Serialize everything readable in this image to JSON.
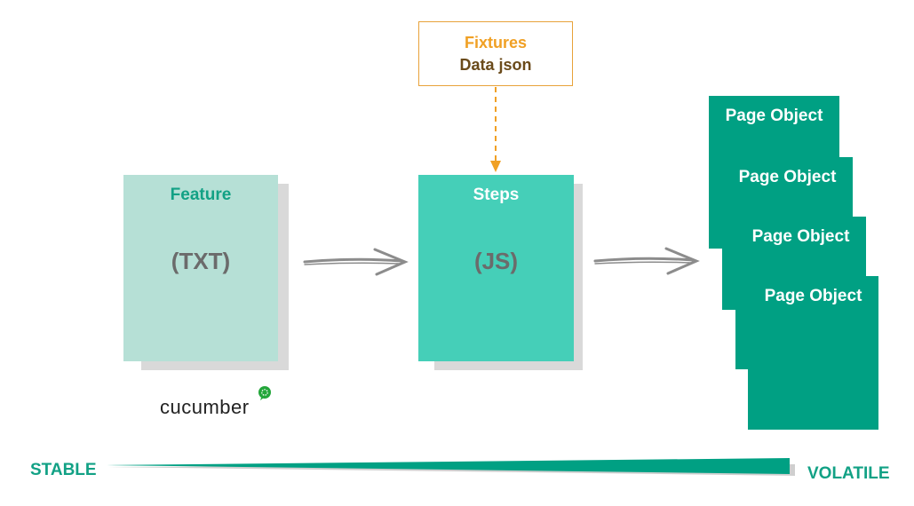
{
  "fixtures": {
    "title": "Fixtures",
    "subtitle": "Data json"
  },
  "feature": {
    "title": "Feature",
    "format": "(TXT)"
  },
  "steps": {
    "title": "Steps",
    "format": "(JS)"
  },
  "page_objects": [
    "Page Object",
    "Page Object",
    "Page Object",
    "Page Object"
  ],
  "logo": {
    "text": "cucumber"
  },
  "scale": {
    "left_label": "STABLE",
    "right_label": "VOLATILE"
  },
  "colors": {
    "teal_dark": "#00a083",
    "teal_mid": "#45cfb8",
    "teal_light": "#b6e0d6",
    "accent_orange": "#f0a024",
    "arrow_gray": "#8c8c8c"
  }
}
